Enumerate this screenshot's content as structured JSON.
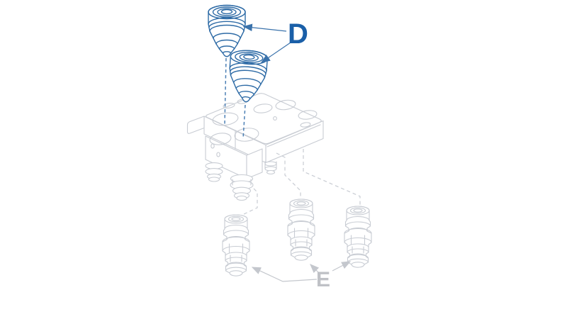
{
  "diagram": {
    "labels": {
      "d": {
        "text": "D",
        "color": "#1a5fa8"
      },
      "e": {
        "text": "E",
        "color": "#bfc1c6"
      }
    },
    "colors": {
      "background": "#ffffff",
      "part_blue": "#2e6ba6",
      "dash_blue": "#4d80b5",
      "arrow_blue": "#3a72ab",
      "line_gray": "#c8ccd3",
      "arrow_gray": "#c4c7cd"
    },
    "parts": {
      "d_part": "quick-coupler-plug",
      "d_count": 2,
      "e_part": "cartridge-valve",
      "e_count": 3,
      "base_part": "manifold-block"
    }
  }
}
